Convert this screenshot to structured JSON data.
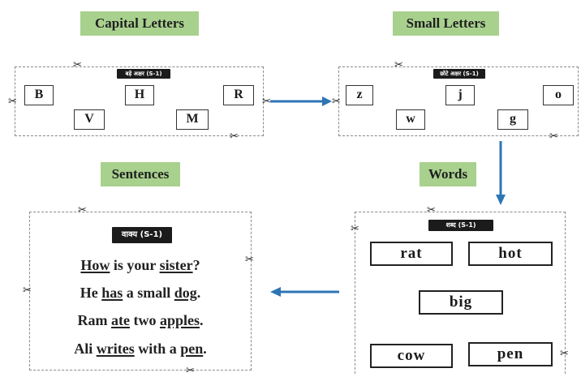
{
  "labels": {
    "capital": "Capital Letters",
    "small": "Small Letters",
    "sentences": "Sentences",
    "words": "Words"
  },
  "capital_card": {
    "tag": "बड़े अक्षर (S-1)",
    "letters": [
      "B",
      "H",
      "R",
      "V",
      "M"
    ]
  },
  "small_card": {
    "tag": "छोटे अक्षर (S-1)",
    "letters": [
      "z",
      "j",
      "o",
      "w",
      "g"
    ]
  },
  "words_card": {
    "tag": "शब्द (S-1)",
    "words": [
      "rat",
      "hot",
      "big",
      "cow",
      "pen"
    ]
  },
  "sentences_card": {
    "tag": "वाक्य (S-1)",
    "sentences": [
      [
        {
          "t": "How",
          "u": true
        },
        {
          "t": " is your "
        },
        {
          "t": "sister",
          "u": true
        },
        {
          "t": "?"
        }
      ],
      [
        {
          "t": "He "
        },
        {
          "t": "has",
          "u": true
        },
        {
          "t": " a small "
        },
        {
          "t": "dog",
          "u": true
        },
        {
          "t": "."
        }
      ],
      [
        {
          "t": "Ram "
        },
        {
          "t": "ate",
          "u": true
        },
        {
          "t": " two "
        },
        {
          "t": "apples",
          "u": true
        },
        {
          "t": "."
        }
      ],
      [
        {
          "t": "Ali "
        },
        {
          "t": "writes",
          "u": true
        },
        {
          "t": " with a "
        },
        {
          "t": "pen",
          "u": true
        },
        {
          "t": "."
        }
      ]
    ]
  },
  "icons": {
    "scissors": "scissors-icon",
    "arrow": "arrow-icon"
  },
  "colors": {
    "label_bg": "#a9d18e",
    "arrow": "#2e75b6",
    "tag_bg": "#1b1b1b"
  }
}
